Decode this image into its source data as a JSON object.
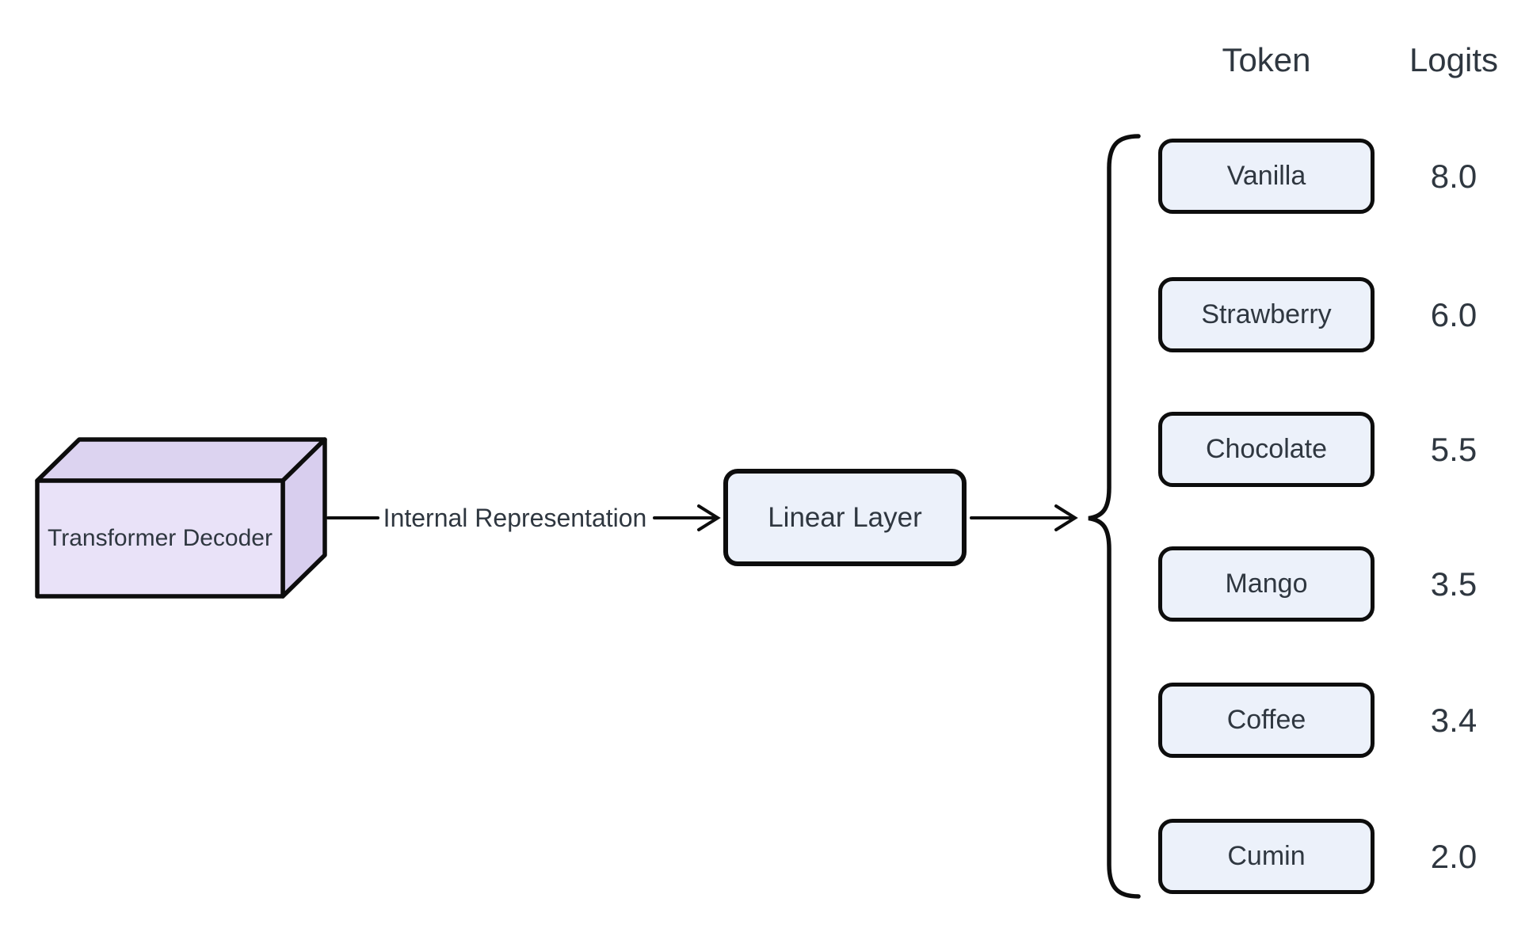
{
  "diagram": {
    "decoder_label": "Transformer Decoder",
    "connector_label": "Internal Representation",
    "linear_label": "Linear Layer"
  },
  "output_table": {
    "token_header": "Token",
    "logits_header": "Logits",
    "rows": [
      {
        "token": "Vanilla",
        "logit": "8.0"
      },
      {
        "token": "Strawberry",
        "logit": "6.0"
      },
      {
        "token": "Chocolate",
        "logit": "5.5"
      },
      {
        "token": "Mango",
        "logit": "3.5"
      },
      {
        "token": "Coffee",
        "logit": "3.4"
      },
      {
        "token": "Cumin",
        "logit": "2.0"
      }
    ]
  },
  "colors": {
    "decoder_front_face": "#e9e2f8",
    "decoder_top_face": "#dcd3f0",
    "decoder_side_face": "#d8ceee",
    "node_fill": "#ecf1fa",
    "stroke": "#0d0d0d",
    "text": "#2f3740"
  }
}
